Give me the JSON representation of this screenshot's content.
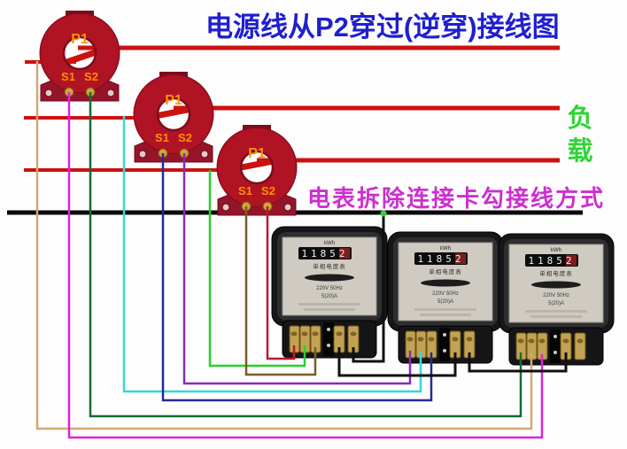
{
  "title": {
    "text": "电源线从P2穿过(逆穿)接线图",
    "color": "#1f1fd0"
  },
  "annotations": {
    "load": {
      "char1": "负",
      "char2": "载",
      "color": "#2fd435"
    },
    "note": {
      "text": "电表拆除连接卡勾接线方式",
      "color": "#cc2fd0"
    }
  },
  "buses": {
    "phase_color": "#cc1111",
    "neutral_color": "#0a0a0a"
  },
  "cts": {
    "p1_label": "P1",
    "s1_label": "S1",
    "s2_label": "S2",
    "body_color": "#b01324",
    "bracket_color": "#96142a",
    "label_color": "#ff9100"
  },
  "meters": {
    "face": {
      "kwh": "kWh",
      "register": "11852",
      "name_row": "单相电度表",
      "spec1": "220V 50Hz",
      "spec2": "5(20)A"
    }
  },
  "wires": {
    "phase_a_tap": {
      "label": "phase-A voltage tap",
      "color": "#d2a873"
    },
    "ct1_s1": {
      "label": "CT1 S1",
      "color": "#e020e0"
    },
    "ct1_s2": {
      "label": "CT1 S2",
      "color": "#166b33"
    },
    "phase_b_tap": {
      "label": "phase-B voltage tap",
      "color": "#35d8d8"
    },
    "ct2_s1": {
      "label": "CT2 S1",
      "color": "#28288f"
    },
    "ct2_s2": {
      "label": "CT2 S2",
      "color": "#8a2bb5"
    },
    "phase_c_tap": {
      "label": "phase-C voltage tap",
      "color": "#2ad02a"
    },
    "ct3_s1": {
      "label": "CT3 S1",
      "color": "#7d5a28"
    },
    "ct3_s2": {
      "label": "CT3 S2",
      "color": "#c01828"
    },
    "neutral": {
      "label": "neutral links",
      "color": "#101010"
    },
    "junction_dot": {
      "color": "#2fd435"
    }
  }
}
